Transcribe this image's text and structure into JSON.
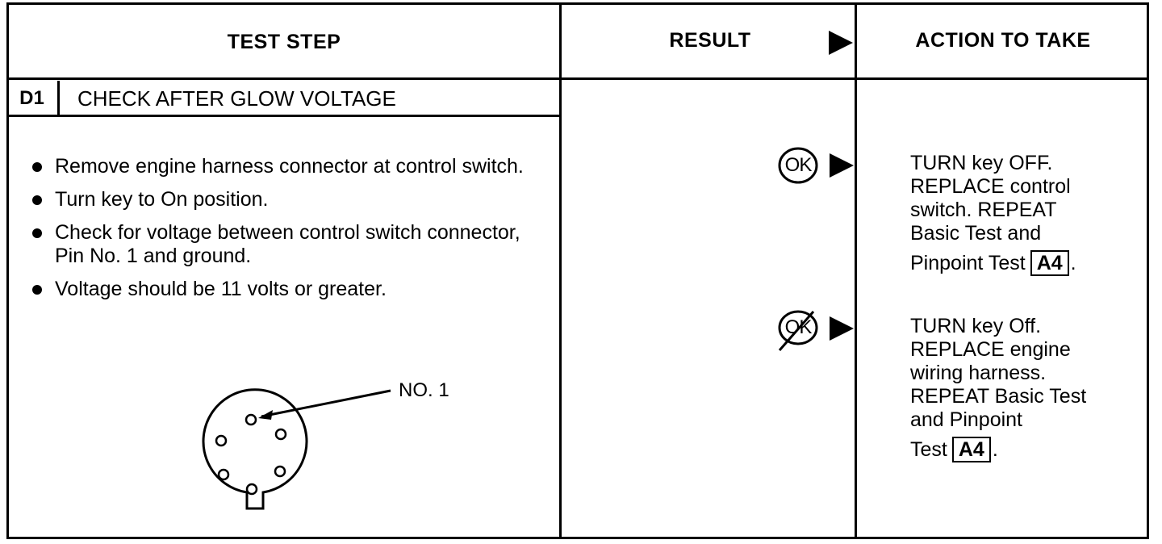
{
  "headers": {
    "test_step": "TEST STEP",
    "result": "RESULT",
    "action": "ACTION TO TAKE"
  },
  "step": {
    "id": "D1",
    "title": "CHECK AFTER GLOW VOLTAGE",
    "bullets": [
      "Remove engine harness connector at control switch.",
      "Turn key to On position.",
      "Check for voltage between control switch connector, Pin No. 1 and ground.",
      "Voltage should be 11 volts or greater."
    ],
    "diagram_label": "NO. 1"
  },
  "results": {
    "ok_label": "OK",
    "not_ok_label": "OK"
  },
  "actions": {
    "ok": {
      "lines": [
        "TURN key OFF.",
        "REPLACE control",
        "switch. REPEAT",
        "Basic Test and"
      ],
      "last_prefix": "Pinpoint Test",
      "ref": "A4",
      "suffix": "."
    },
    "not_ok": {
      "lines": [
        "TURN key Off.",
        "REPLACE engine",
        "wiring harness.",
        "REPEAT Basic Test",
        "and Pinpoint"
      ],
      "last_prefix": "Test",
      "ref": "A4",
      "suffix": "."
    }
  }
}
